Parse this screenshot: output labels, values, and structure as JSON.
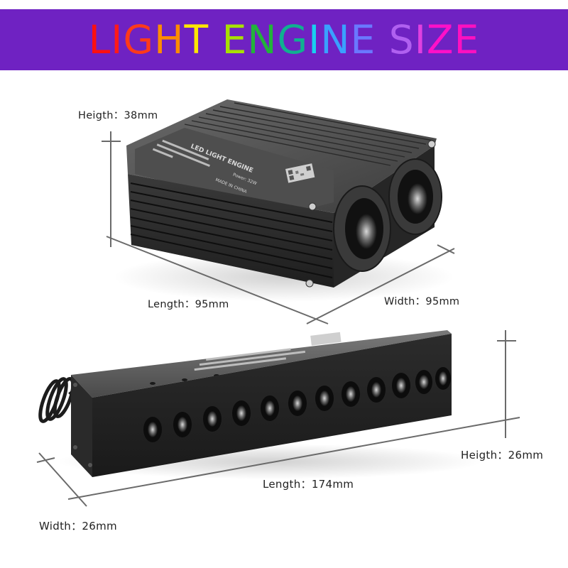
{
  "banner": {
    "title_letters": [
      {
        "ch": "L",
        "color": "#ff1010"
      },
      {
        "ch": "I",
        "color": "#ff1a1a"
      },
      {
        "ch": "G",
        "color": "#ff3a1a"
      },
      {
        "ch": "H",
        "color": "#ff8c00"
      },
      {
        "ch": "T",
        "color": "#ffe600"
      },
      {
        "ch": " ",
        "color": "#ffffff"
      },
      {
        "ch": "E",
        "color": "#a8e000"
      },
      {
        "ch": "N",
        "color": "#22b33a"
      },
      {
        "ch": "G",
        "color": "#10b090"
      },
      {
        "ch": "I",
        "color": "#18d0f0"
      },
      {
        "ch": "N",
        "color": "#3aa0ff"
      },
      {
        "ch": "E",
        "color": "#6a78ff"
      },
      {
        "ch": " ",
        "color": "#ffffff"
      },
      {
        "ch": "S",
        "color": "#b060f0"
      },
      {
        "ch": "I",
        "color": "#e040e0"
      },
      {
        "ch": "Z",
        "color": "#ff10c8"
      },
      {
        "ch": "E",
        "color": "#ff10c0"
      }
    ],
    "background": "#6f22c2"
  },
  "engine_1": {
    "name": "Twin-port LED light engine",
    "label_title": "LED LIGHT ENGINE",
    "label_power": "Power: 32W",
    "label_origin": "MADE IN CHINA",
    "dimensions": {
      "height": "Heigth：38mm",
      "length": "Length：95mm",
      "width": "Width：95mm"
    },
    "ports": 2
  },
  "engine_2": {
    "name": "12-port LED strip light engine",
    "dimensions": {
      "height": "Heigth：26mm",
      "length": "Length：174mm",
      "width": "Width：26mm"
    },
    "ports": 12
  }
}
